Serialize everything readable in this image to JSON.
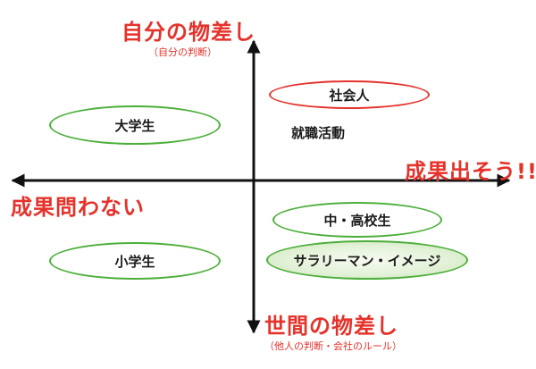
{
  "axes": {
    "top_label": "自分の物差し",
    "top_sublabel": "（自分の判断）",
    "bottom_label": "世間の物差し",
    "bottom_sublabel": "（他人の判断・会社のルール）",
    "right_label": "成果出そう!!",
    "left_label": "成果問わない"
  },
  "items": {
    "shakaijin": "社会人",
    "daigakusei": "大学生",
    "shushoku": "就職活動",
    "chukosei": "中・高校生",
    "shogakusei": "小学生",
    "salaryman": "サラリーマン・イメージ"
  },
  "colors": {
    "red": "#e5322b",
    "green": "#4caf3a",
    "green_fill": "#d6ebc6",
    "axis": "#111111"
  }
}
